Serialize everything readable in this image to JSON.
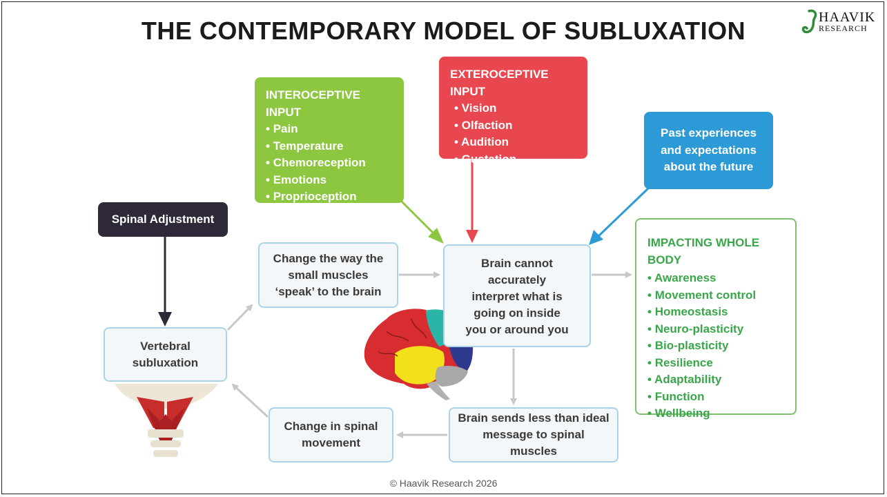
{
  "title": "THE CONTEMPORARY MODEL OF SUBLUXATION",
  "logo": {
    "line1": "HAAVIK",
    "line2": "RESEARCH"
  },
  "interoceptive": {
    "heading": "INTEROCEPTIVE INPUT",
    "items": [
      "Pain",
      "Temperature",
      "Chemoreception",
      "Emotions",
      "Proprioception"
    ]
  },
  "exteroceptive": {
    "heading": "EXTEROCEPTIVE INPUT",
    "items": [
      "Vision",
      "Olfaction",
      "Audition",
      "Gustation"
    ]
  },
  "past": {
    "text": "Past experiences and expectations about the future"
  },
  "spinal_adjustment": {
    "text": "Spinal Adjustment"
  },
  "vertebral": {
    "text": "Vertebral subluxation"
  },
  "change_way": {
    "text": "Change the way the small muscles ‘speak’ to the brain"
  },
  "brain_box": {
    "text": "Brain cannot accurately interpret what is going on inside you or around you"
  },
  "brain_sends": {
    "text": "Brain sends less than ideal message to spinal muscles"
  },
  "change_spinal": {
    "text": "Change in spinal movement"
  },
  "impact": {
    "heading": "IMPACTING WHOLE BODY",
    "items": [
      "Awareness",
      "Movement control",
      "Homeostasis",
      "Neuro-plasticity",
      "Bio-plasticity",
      "Resilience",
      "Adaptability",
      "Function",
      "Wellbeing"
    ]
  },
  "copyright": "© Haavik Research 2026",
  "colors": {
    "interoceptive": "#8dc63f",
    "exteroceptive": "#e8474f",
    "past": "#2b9ad6",
    "spinal_adjustment": "#2e2838",
    "impact_text": "#3aa64a",
    "flow_arrow": "#c8c8c8"
  }
}
